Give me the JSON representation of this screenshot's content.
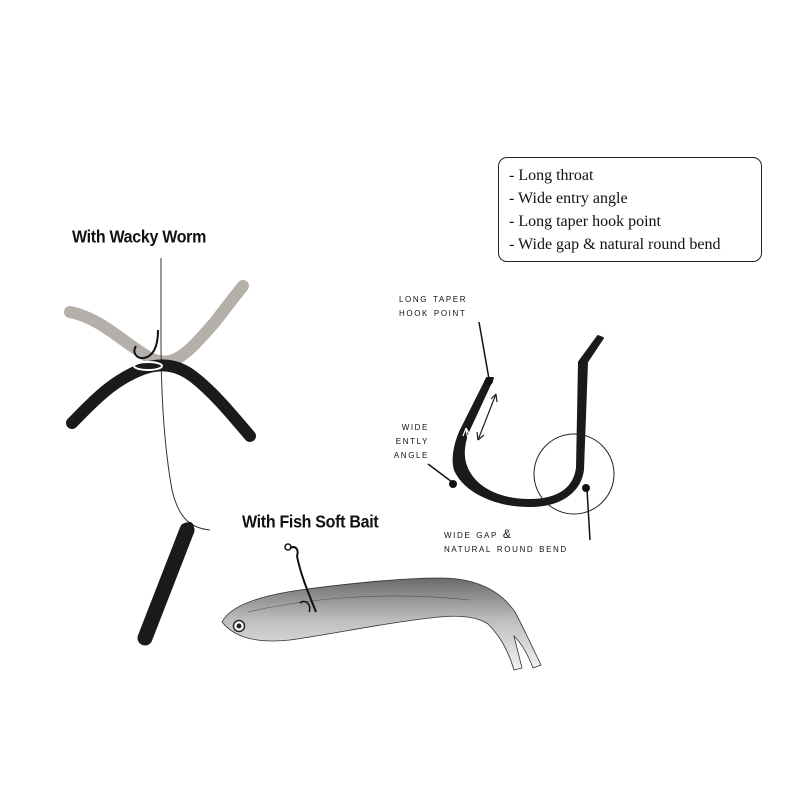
{
  "features": [
    "- Long throat",
    "- Wide entry angle",
    "- Long taper hook point",
    "- Wide gap & natural round bend"
  ],
  "titles": {
    "wacky_worm": "With Wacky Worm",
    "fish_soft_bait": "With Fish Soft Bait"
  },
  "callouts": {
    "taper": [
      "Long taper",
      "hook point"
    ],
    "entry": [
      "Wide",
      "ently",
      "angle"
    ],
    "gap": [
      "Wide gap &",
      "natural round bend"
    ]
  },
  "colors": {
    "ink": "#1a1a1a",
    "worm_back": "#b5afaa",
    "fish_dark": "#6e6e6e",
    "fish_light": "#f4f4f4"
  }
}
